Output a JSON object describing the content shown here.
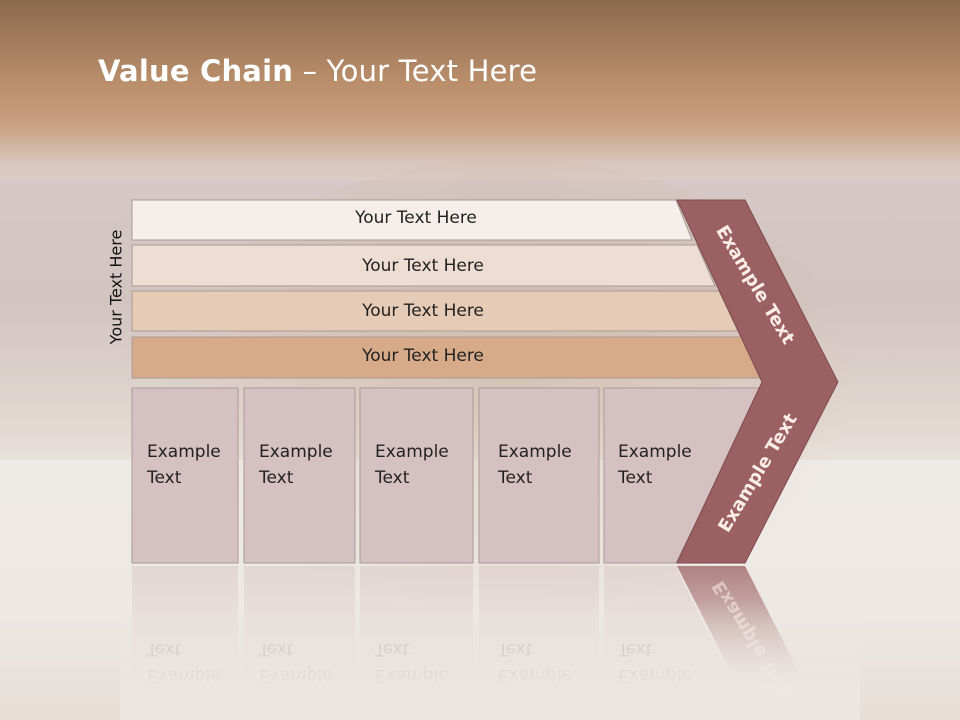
{
  "slide": {
    "title_bold": "Value Chain",
    "title_rest": " – Your Text Here",
    "side_label": "Your Text Here"
  },
  "bars": [
    {
      "label": "Your Text Here"
    },
    {
      "label": "Your Text Here"
    },
    {
      "label": "Your Text Here"
    },
    {
      "label": "Your Text Here"
    }
  ],
  "boxes": [
    {
      "line1": "Example",
      "line2": "Text"
    },
    {
      "line1": "Example",
      "line2": "Text"
    },
    {
      "line1": "Example",
      "line2": "Text"
    },
    {
      "line1": "Example",
      "line2": "Text"
    },
    {
      "line1": "Example",
      "line2": "Text"
    }
  ],
  "chevron": {
    "upper_label": "Example Text",
    "lower_label": "Example Text"
  },
  "colors": {
    "chevron": "#9a6062",
    "box_fill": "#d6c1c2",
    "bar_fills": [
      "#f6eeea",
      "#eeddd3",
      "#e6ccb7",
      "#d7ab89"
    ]
  }
}
